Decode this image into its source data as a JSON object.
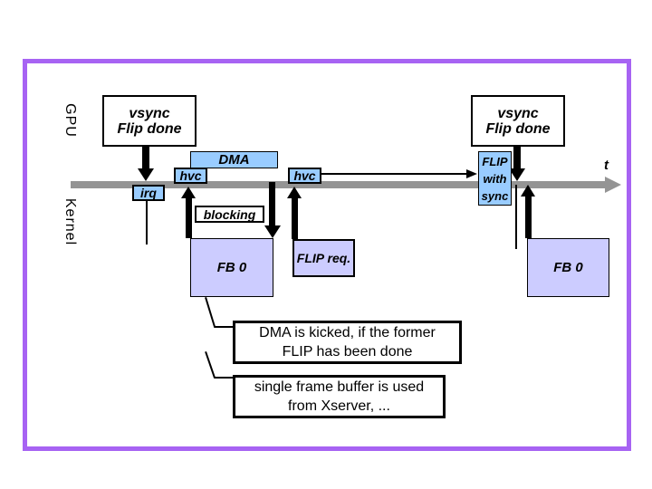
{
  "slide": {
    "lane_labels": {
      "gpu": "GPU",
      "kernel": "Kernel"
    },
    "axis": {
      "t_label": "t"
    },
    "gpu_row": {
      "vsync_left": {
        "line1": "vsync",
        "line2": "Flip done"
      },
      "vsync_right": {
        "line1": "vsync",
        "line2": "Flip done"
      },
      "dma": "DMA",
      "hvc_left": "hvc",
      "hvc_right": "hvc",
      "flip_with_sync": {
        "line1": "FLIP",
        "line2": "with",
        "line3": "sync"
      }
    },
    "kernel_row": {
      "irq": "irq",
      "blocking": "blocking",
      "fb0_left": "FB 0",
      "flip_req": "FLIP req.",
      "fb0_right": "FB 0"
    },
    "notes": {
      "note1": {
        "line1": "DMA is kicked, if the former",
        "line2": "FLIP has been done"
      },
      "note2": {
        "line1": "single frame buffer is used",
        "line2": "from Xserver, ..."
      }
    },
    "colors": {
      "frame_border": "#a763f3",
      "event_blue": "#99ccff",
      "buffer_lavender": "#ccccff",
      "timeline_gray": "#949494",
      "arrow_black": "#000000"
    }
  }
}
